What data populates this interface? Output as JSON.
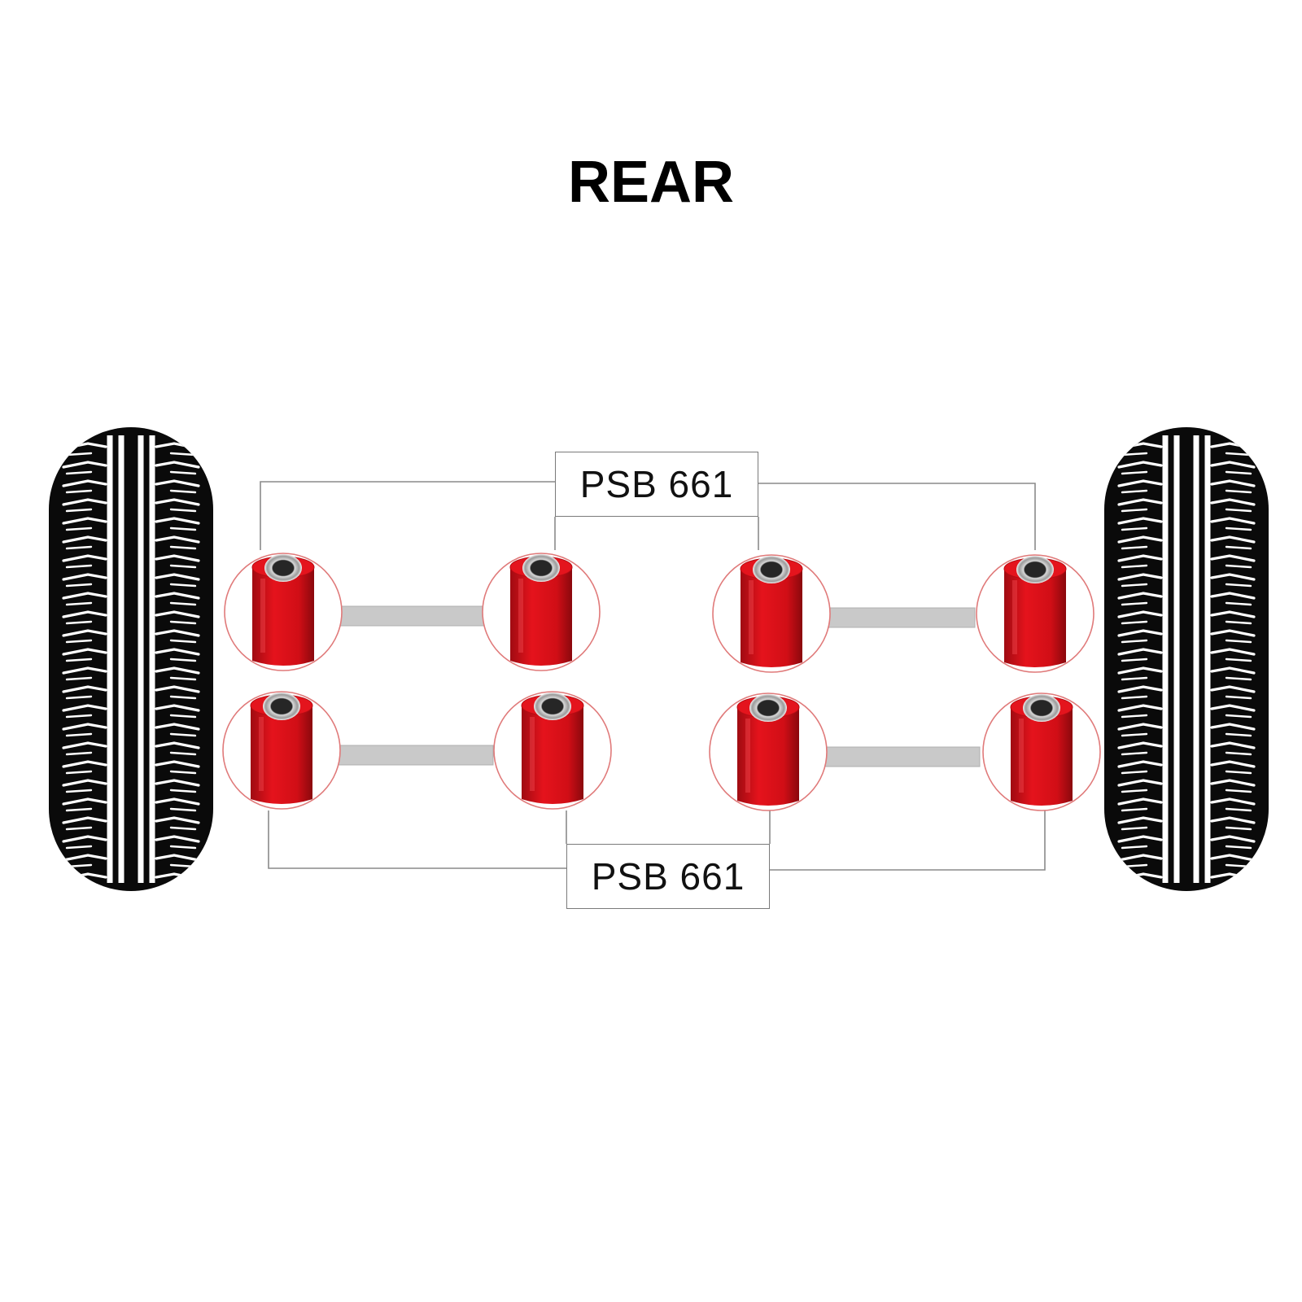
{
  "title": "REAR",
  "labels": {
    "top": "PSB 661",
    "bottom": "PSB 661"
  },
  "colors": {
    "bush_red": "#d90f17",
    "bush_dark": "#8f0a0f",
    "link_bar": "#c9c9c9",
    "circle_outline": "#e07a7a",
    "tyre": "#0a0a0a",
    "leader_line": "#8a8a8a"
  },
  "components": {
    "tyre_left": "tyre-icon",
    "tyre_right": "tyre-icon",
    "bush": "polyurethane-bush-icon",
    "bush_count": 8
  }
}
